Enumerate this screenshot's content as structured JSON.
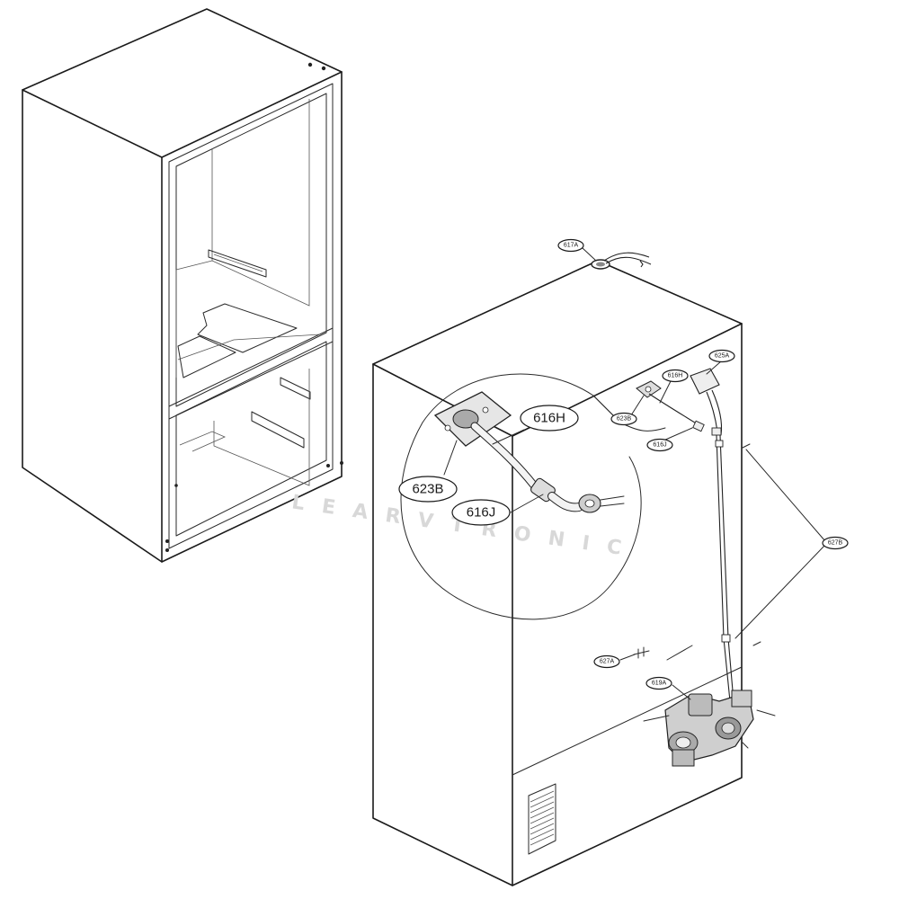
{
  "diagram": {
    "callouts": [
      {
        "id": "617A",
        "text": "617A"
      },
      {
        "id": "625A",
        "text": "625A"
      },
      {
        "id": "616H_small",
        "text": "616H"
      },
      {
        "id": "623B_small",
        "text": "623B"
      },
      {
        "id": "616J_small",
        "text": "616J"
      },
      {
        "id": "627B",
        "text": "627B"
      },
      {
        "id": "627A",
        "text": "627A"
      },
      {
        "id": "619A",
        "text": "619A"
      },
      {
        "id": "616H_big",
        "text": "616H"
      },
      {
        "id": "623B_big",
        "text": "623B"
      },
      {
        "id": "616J_big",
        "text": "616J"
      }
    ],
    "watermark": "L E A R V T R O N I C"
  }
}
